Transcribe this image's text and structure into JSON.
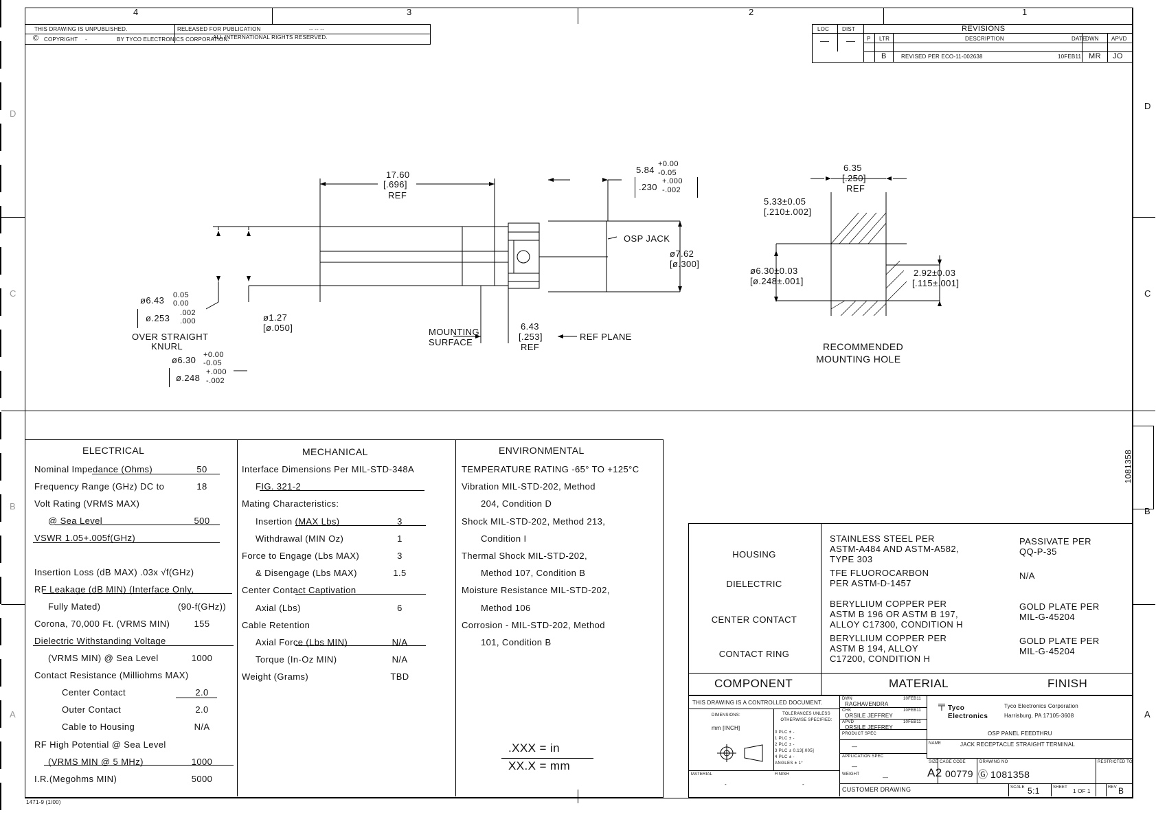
{
  "zones": {
    "top": [
      "4",
      "3",
      "2",
      "1"
    ],
    "right": [
      "D",
      "C",
      "B",
      "A"
    ],
    "left": [
      "D",
      "C",
      "B",
      "A"
    ]
  },
  "title_strip": {
    "line1_left": "THIS DRAWING IS UNPUBLISHED.",
    "line1_mid": "RELEASED FOR PUBLICATION",
    "line1_right": "-- -- --",
    "line2_left": "COPYRIGHT",
    "line2_dash": "-",
    "line2_by": "BY TYCO ELECTRONICS CORPORATION.",
    "line2_rights": "ALL INTERNATIONAL RIGHTS RESERVED."
  },
  "revisions": {
    "loc_label": "LOC",
    "dist_label": "DIST",
    "loc_value": "—",
    "dist_value": "—",
    "title": "REVISIONS",
    "headers": [
      "P",
      "LTR",
      "DESCRIPTION",
      "DATE",
      "DWN",
      "APVD"
    ],
    "rows": [
      {
        "p": "",
        "ltr": "B",
        "description": "REVISED PER ECO-11-002638",
        "date": "10FEB11",
        "dwn": "MR",
        "apvd": "JO"
      }
    ]
  },
  "dimensions": {
    "len_mm": "17.60",
    "len_in": "[.696]",
    "len_ref": "REF",
    "thread_mm": "5.84",
    "thread_tol_mm_hi": "+0.00",
    "thread_tol_mm_lo": "-0.05",
    "thread_in": ".230",
    "thread_tol_in_hi": "+.000",
    "thread_tol_in_lo": "-.002",
    "osp_jack": "OSP JACK",
    "dia_7_62_mm": "ø7.62",
    "dia_7_62_in": "[ø.300]",
    "knurl_mm": "ø6.43",
    "knurl_tol_mm_hi": "0.05",
    "knurl_tol_mm_lo": "0.00",
    "knurl_in": "ø.253",
    "knurl_tol_in_hi": ".002",
    "knurl_tol_in_lo": ".000",
    "knurl_note1": "OVER STRAIGHT",
    "knurl_note2": "KNURL",
    "body_mm": "ø6.30",
    "body_tol_mm_hi": "+0.00",
    "body_tol_mm_lo": "-0.05",
    "body_in": "ø.248",
    "body_tol_in_hi": "+.000",
    "body_tol_in_lo": "-.002",
    "pin_mm": "ø1.27",
    "pin_in": "[ø.050]",
    "mounting_surface1": "MOUNTING",
    "mounting_surface2": "SURFACE",
    "ref_plane_mm": "6.43",
    "ref_plane_in": "[.253]",
    "ref_plane_ref": "REF",
    "ref_plane_label": "REF PLANE"
  },
  "mounting_hole": {
    "width_mm": "6.35",
    "width_in": "[.250]",
    "width_ref": "REF",
    "flat_mm": "5.33±0.05",
    "flat_in": "[.210±.002]",
    "hole_mm": "ø6.30±0.03",
    "hole_in": "[ø.248±.001]",
    "side_mm": "2.92±0.03",
    "side_in": "[.115±.001]",
    "title1": "RECOMMENDED",
    "title2": "MOUNTING HOLE"
  },
  "specs": {
    "electrical": {
      "title": "ELECTRICAL",
      "rows": [
        {
          "label": "Nominal Impedance (Ohms)",
          "value": "50"
        },
        {
          "label": "Frequency Range (GHz) DC to",
          "value": "18"
        },
        {
          "label": "Volt Rating (VRMS MAX)",
          "value": ""
        },
        {
          "label": "@ Sea Level",
          "value": "500"
        },
        {
          "label": "VSWR 1.05+.005f(GHz)",
          "value": ""
        },
        {
          "label": "Insertion Loss (dB MAX) .03x √f(GHz)",
          "value": ""
        },
        {
          "label": "RF Leakage (dB MIN) (Interface Only,",
          "value": ""
        },
        {
          "label": "Fully Mated)",
          "value": "(90-f(GHz))"
        },
        {
          "label": "Corona, 70,000 Ft. (VRMS MIN)",
          "value": "155"
        },
        {
          "label": "Dielectric Withstanding Voltage",
          "value": ""
        },
        {
          "label": "(VRMS MIN) @ Sea Level",
          "value": "1000"
        },
        {
          "label": "Contact Resistance (Milliohms MAX)",
          "value": ""
        },
        {
          "label": "Center Contact",
          "value": "2.0"
        },
        {
          "label": "Outer Contact",
          "value": "2.0"
        },
        {
          "label": "Cable to Housing",
          "value": "N/A"
        },
        {
          "label": "RF High Potential @ Sea Level",
          "value": ""
        },
        {
          "label": "(VRMS MIN @ 5 MHz)",
          "value": "1000"
        },
        {
          "label": "I.R.(Megohms MIN)",
          "value": "5000"
        }
      ]
    },
    "mechanical": {
      "title": "MECHANICAL",
      "rows": [
        {
          "label": "Interface Dimensions Per MIL-STD-348A",
          "value": ""
        },
        {
          "label": "FIG. 321-2",
          "value": ""
        },
        {
          "label": "Mating Characteristics:",
          "value": ""
        },
        {
          "label": "Insertion (MAX Lbs)",
          "value": "3"
        },
        {
          "label": "Withdrawal (MIN Oz)",
          "value": "1"
        },
        {
          "label": "Force to Engage (Lbs MAX)",
          "value": "3"
        },
        {
          "label": "& Disengage (Lbs MAX)",
          "value": "1.5"
        },
        {
          "label": "Center Contact Captivation",
          "value": ""
        },
        {
          "label": "Axial (Lbs)",
          "value": "6"
        },
        {
          "label": "Cable Retention",
          "value": ""
        },
        {
          "label": "Axial Force (Lbs MIN)",
          "value": "N/A"
        },
        {
          "label": "Torque (In-Oz MIN)",
          "value": "N/A"
        },
        {
          "label": "Weight (Grams)",
          "value": "TBD"
        }
      ]
    },
    "environmental": {
      "title": "ENVIRONMENTAL",
      "rows": [
        "TEMPERATURE RATING -65° TO +125°C",
        "Vibration MIL-STD-202, Method",
        "204, Condition D",
        "Shock MIL-STD-202, Method 213,",
        "Condition I",
        "Thermal Shock MIL-STD-202,",
        "Method 107, Condition B",
        "Moisture Resistance MIL-STD-202,",
        "Method 106",
        "Corrosion - MIL-STD-202, Method",
        "101, Condition B"
      ]
    },
    "units_note_1": ".XXX = in",
    "units_note_2": "XX.X = mm"
  },
  "materials": {
    "headers": {
      "component": "COMPONENT",
      "material": "MATERIAL",
      "finish": "FINISH"
    },
    "rows": [
      {
        "component": "HOUSING",
        "material": [
          "STAINLESS STEEL PER",
          "ASTM-A484 AND ASTM-A582,",
          "TYPE 303"
        ],
        "finish": [
          "PASSIVATE PER",
          "QQ-P-35"
        ]
      },
      {
        "component": "DIELECTRIC",
        "material": [
          "TFE FLUOROCARBON",
          "PER ASTM-D-1457"
        ],
        "finish": [
          "N/A"
        ]
      },
      {
        "component": "CENTER CONTACT",
        "material": [
          "BERYLLIUM COPPER PER",
          "ASTM B 196 OR ASTM B 197,",
          "ALLOY C17300, CONDITION H"
        ],
        "finish": [
          "GOLD PLATE PER",
          "MIL-G-45204"
        ]
      },
      {
        "component": "CONTACT RING",
        "material": [
          "BERYLLIUM COPPER PER",
          "ASTM B 194, ALLOY",
          "C17200, CONDITION H"
        ],
        "finish": [
          "GOLD PLATE PER",
          "MIL-G-45204"
        ]
      }
    ]
  },
  "title_block": {
    "controlled": "THIS DRAWING IS A CONTROLLED DOCUMENT.",
    "dwn_label": "DWN",
    "dwn_name": "RAGHAVENDRA",
    "dwn_date": "10FEB11",
    "chk_label": "CHK",
    "chk_name": "ORSILE JEFFREY",
    "chk_date": "10FEB11",
    "appvd_label": "APVD",
    "appvd_name": "ORSILE JEFFREY",
    "appvd_date": "10FEB11",
    "dimensions_label": "DIMENSIONS:",
    "dimensions_value": "mm [INCH]",
    "tolerances_label": "TOLERANCES UNLESS OTHERWISE SPECIFIED:",
    "tolerances_rows": [
      "0 PLC  ±  -",
      "1 PLC  ±  -",
      "2 PLC  ±  -",
      "3 PLC  ±  0.13[.005]",
      "4 PLC  ±  -",
      "ANGLES  ±  1°"
    ],
    "product_spec_label": "PRODUCT SPEC",
    "product_spec_value": "—",
    "application_spec_label": "APPLICATION SPEC",
    "application_spec_value": "—",
    "weight_label": "WEIGHT",
    "weight_value": "—",
    "material_label": "MATERIAL",
    "material_value": "-",
    "finish_label": "FINISH",
    "finish_value": "-",
    "company_logo1": "Tyco",
    "company_logo2": "Electronics",
    "company_name": "Tyco Electronics Corporation",
    "company_addr": "Harrisburg, PA 17105-3608",
    "name_label": "NAME",
    "name_line1": "OSP PANEL FEEDTHRU",
    "name_line2": "JACK RECEPTACLE STRAIGHT TERMINAL",
    "size_label": "SIZE",
    "size_value": "A2",
    "cage_label": "CAGE CODE",
    "cage_value": "00779",
    "dwg_label": "DRAWING NO",
    "dwg_value": "1081358",
    "restricted_label": "RESTRICTED TO",
    "customer_drawing": "CUSTOMER DRAWING",
    "scale_label": "SCALE",
    "scale_value": "5:1",
    "sheet_label": "SHEET",
    "sheet_value": "1 OF 1",
    "rev_label": "REV",
    "rev_value": "B"
  },
  "side_drawing_number": "1081358",
  "form_number": "1471-9 (1/00)"
}
